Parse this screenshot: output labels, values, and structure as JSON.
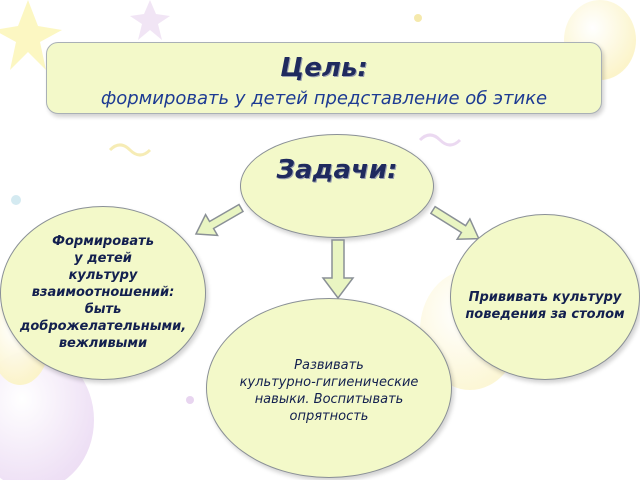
{
  "goal": {
    "title": "Цель:",
    "text": "формировать у детей представление об этике"
  },
  "tasks": {
    "title": "Задачи:",
    "items": [
      {
        "lines": [
          "Формировать",
          "у детей",
          "культуру",
          "взаимоотношений:",
          "быть",
          "доброжелательными,",
          "вежливыми"
        ]
      },
      {
        "lines": [
          "Развивать",
          "культурно-гигиенические",
          "навыки. Воспитывать",
          "опрятность"
        ]
      },
      {
        "lines": [
          "Прививать культуру",
          "поведения за столом"
        ]
      }
    ]
  },
  "colors": {
    "box_fill": "#f3f9c9",
    "title_color": "#1f2a5e",
    "text_color": "#13204f",
    "arrow_fill": "#e9f5c2"
  }
}
